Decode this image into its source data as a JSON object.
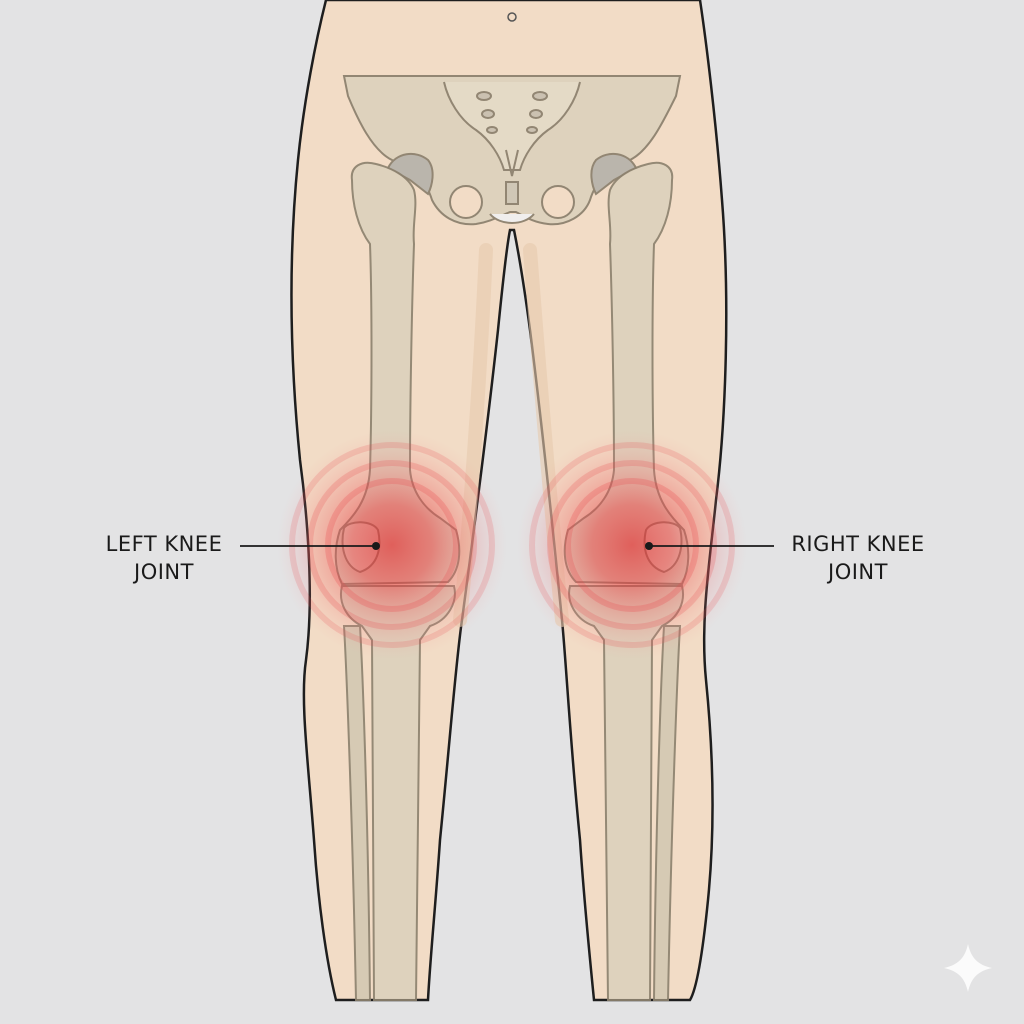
{
  "labels": {
    "left_knee": {
      "line1": "LEFT KNEE",
      "line2": "JOINT"
    },
    "right_knee": {
      "line1": "RIGHT KNEE",
      "line2": "JOINT"
    }
  },
  "colors": {
    "background": "#e3e3e4",
    "skin": "#f2dcc6",
    "skin_outline": "#1e1e1e",
    "bone": "#ddd2bd",
    "bone_outline": "#8d826f",
    "pain_highlight": "#e0262a"
  },
  "icons": {
    "watermark": "sparkle-icon"
  }
}
